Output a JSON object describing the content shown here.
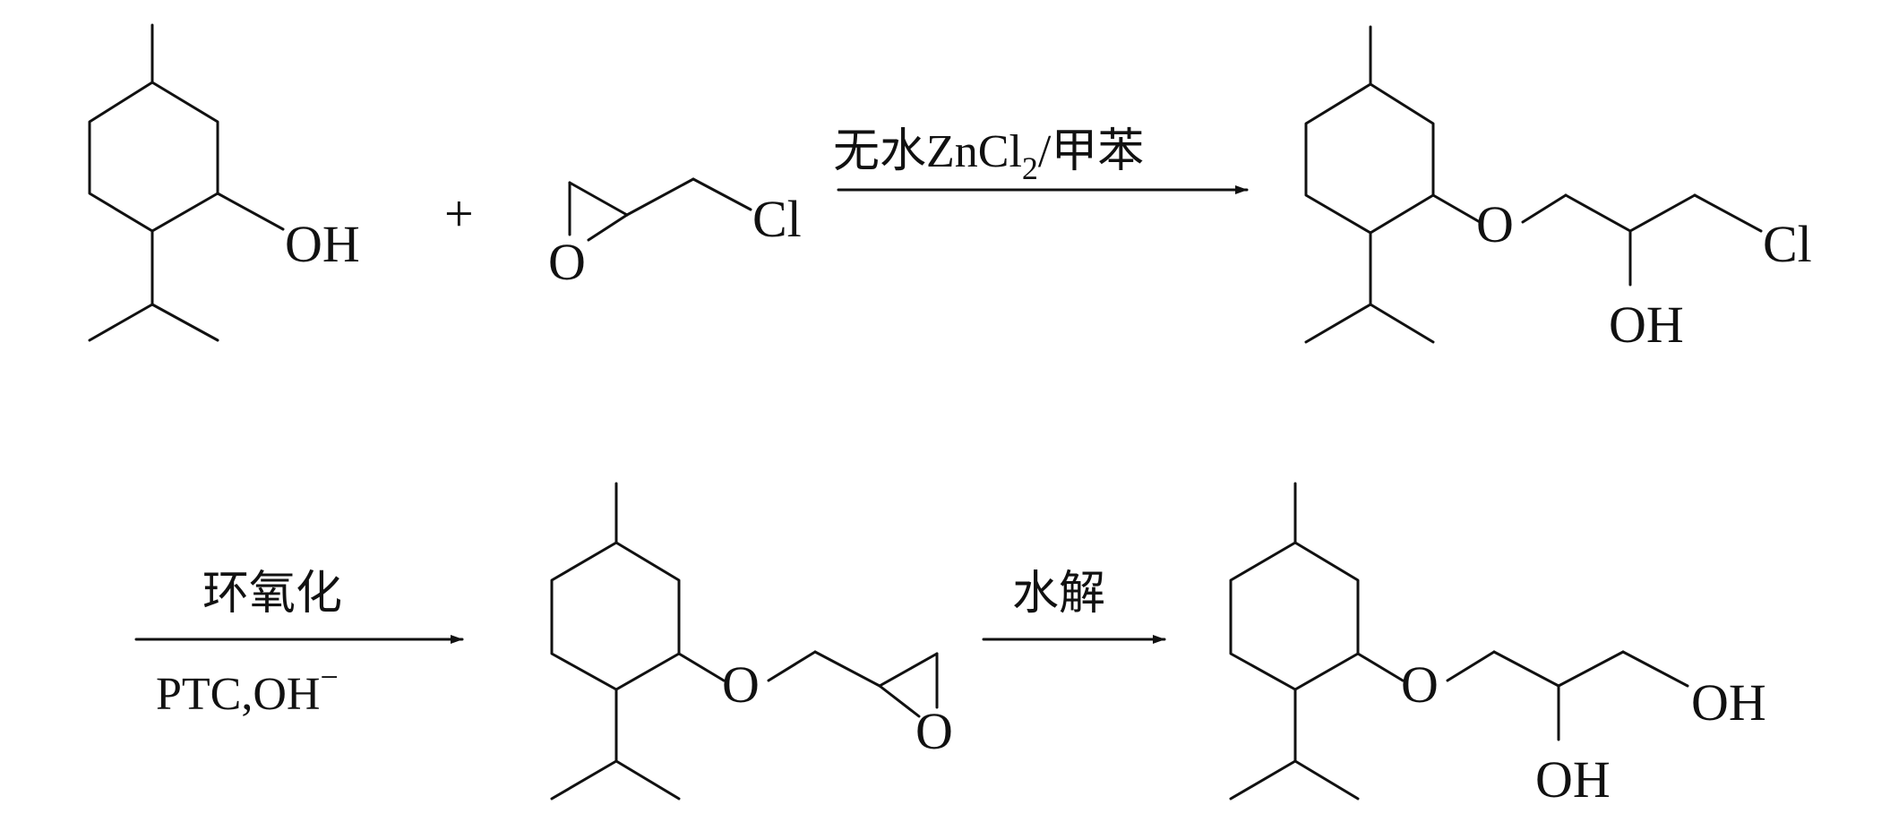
{
  "reaction_scheme": {
    "reactant_1": {
      "hydroxyl_label": "OH"
    },
    "plus_sign": "+",
    "reactant_2": {
      "oxygen_label": "O",
      "chlorine_label": "Cl"
    },
    "step_1": {
      "reagent_prefix": "无水ZnCl",
      "reagent_subscript": "2",
      "reagent_suffix": "/甲苯"
    },
    "intermediate_1": {
      "ether_oxygen": "O",
      "hydroxyl_label": "OH",
      "chlorine_label": "Cl"
    },
    "step_2": {
      "above": "环氧化",
      "below_prefix": "PTC,OH",
      "below_superscript": "−"
    },
    "intermediate_2": {
      "ether_oxygen": "O",
      "epoxide_oxygen": "O"
    },
    "step_3": {
      "above": "水解"
    },
    "product": {
      "ether_oxygen": "O",
      "hydroxyl_primary": "OH",
      "hydroxyl_secondary": "OH"
    }
  },
  "colors": {
    "ink": "#111111",
    "background": "#ffffff"
  }
}
